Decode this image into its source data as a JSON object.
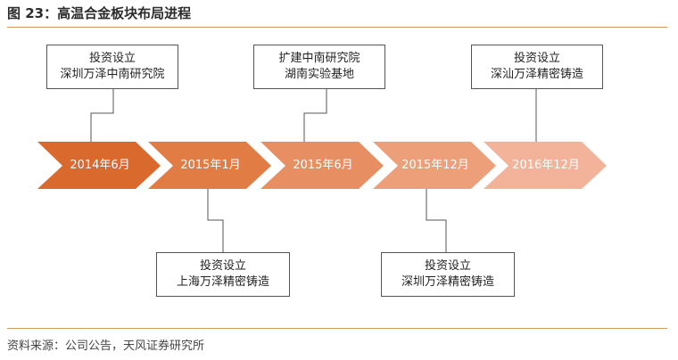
{
  "title": "图 23：高温合金板块布局进程",
  "source": "资料来源：公司公告，天风证券研究所",
  "colors": {
    "accent_rule": "#d29a5c",
    "chevrons": [
      "#d9692c",
      "#e27c45",
      "#e78f62",
      "#ec9f78",
      "#f2b39a"
    ]
  },
  "timeline": [
    {
      "date": "2014年6月",
      "position": "top",
      "line1": "投资设立",
      "line2": "深圳万泽中南研究院"
    },
    {
      "date": "2015年1月",
      "position": "bottom",
      "line1": "投资设立",
      "line2": "上海万泽精密铸造"
    },
    {
      "date": "2015年6月",
      "position": "top",
      "line1": "扩建中南研究院",
      "line2": "湖南实验基地"
    },
    {
      "date": "2015年12月",
      "position": "bottom",
      "line1": "投资设立",
      "line2": "深圳万泽精密铸造"
    },
    {
      "date": "2016年12月",
      "position": "top",
      "line1": "投资设立",
      "line2": "深汕万泽精密铸造"
    }
  ]
}
